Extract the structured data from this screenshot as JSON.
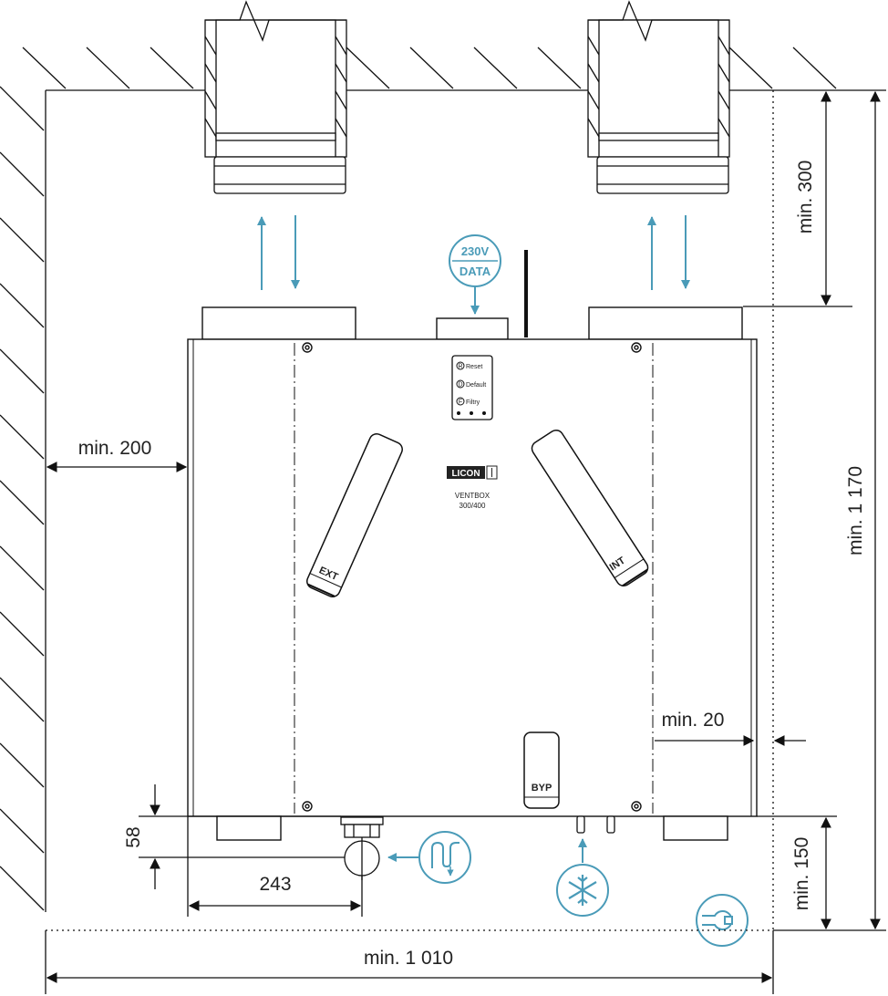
{
  "dimensions": {
    "left_clearance": "min. 200",
    "top_clearance": "min. 300",
    "height": "min. 1 170",
    "side_gap": "min. 20",
    "bottom_clearance": "min. 150",
    "total_width": "min. 1 010",
    "offset_vertical": "58",
    "offset_horizontal": "243"
  },
  "power_badge": {
    "line1": "230V",
    "line2": "DATA"
  },
  "control_panel": {
    "button_reset": "Reset",
    "button_default": "Default",
    "button_filter": "Filtry"
  },
  "control_panel_letters": {
    "reset": "R",
    "default": "D",
    "filter": "F"
  },
  "brand": {
    "logo": "LICON",
    "model": "VENTBOX",
    "variant": "300/400"
  },
  "filters": {
    "left": "EXT",
    "right": "INT"
  },
  "bypass_label": "BYP",
  "accent_color": "#4a9bb8",
  "icons": [
    "condensate-drain-icon",
    "frost-icon",
    "service-icon",
    "power-data-icon"
  ]
}
